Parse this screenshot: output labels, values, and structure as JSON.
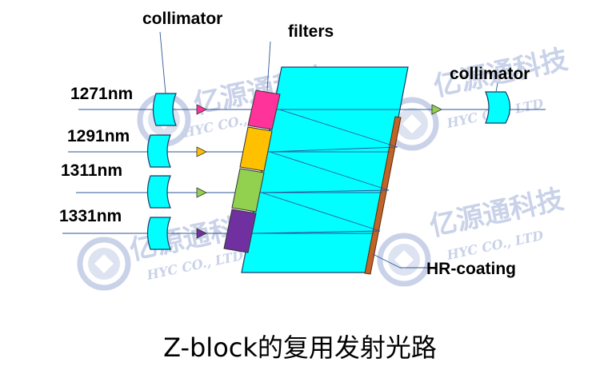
{
  "labels": {
    "collimator_left": "collimator",
    "filters": "filters",
    "collimator_right": "collimator",
    "hr_coating": "HR-coating"
  },
  "wavelengths": [
    "1271nm",
    "1291nm",
    "1311nm",
    "1331nm"
  ],
  "caption": "Z-block的复用发射光路",
  "watermark": {
    "name_cn": "亿源通科技",
    "name_en": "HYC CO., LTD"
  },
  "colors": {
    "block": "#00ffff",
    "collimator": "#00ffff",
    "filter_1271": "#ff3399",
    "filter_1291": "#ffc000",
    "filter_1311": "#92d050",
    "filter_1331": "#7030a0",
    "hr_coating": "#c0642a",
    "beam": "#2e5597"
  }
}
